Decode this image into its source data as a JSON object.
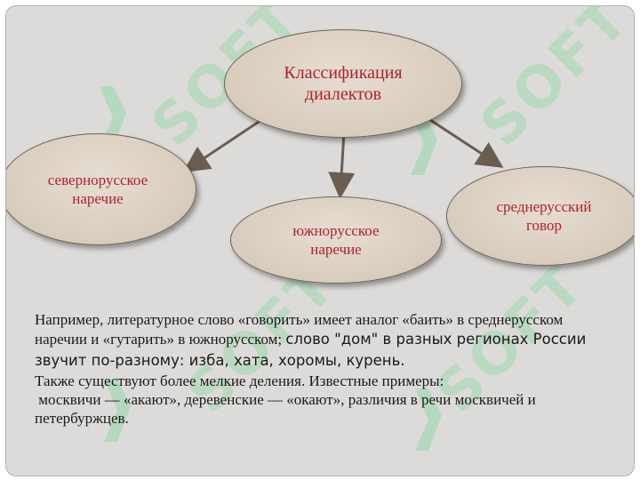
{
  "diagram": {
    "root": "Классификация\nдиалектов",
    "nodes": [
      {
        "id": "north",
        "label": "севернорусское\nнаречие"
      },
      {
        "id": "south",
        "label": "южнорусское\nнаречие"
      },
      {
        "id": "middle",
        "label": "среднерусский\nговор"
      }
    ],
    "edges": [
      {
        "from": "root",
        "to": "north"
      },
      {
        "from": "root",
        "to": "south"
      },
      {
        "from": "root",
        "to": "middle"
      }
    ],
    "node_color": "#d8ccbd",
    "label_color": "#b3202b"
  },
  "text": {
    "p1_serif": "Например, литературное слово «говорить» имеет аналог «баить» в среднерусском наречии и «гутарить» в южнорусском; ",
    "p1_sans": "слово \"дом\" в разных регионах России звучит по-разному: изба, хата, хоромы, курень.",
    "p2": "Также существуют более мелкие деления. Известные примеры:",
    "p3": " москвичи — «акают», деревенские — «окают», различия в речи москвичей и петербуржцев."
  },
  "watermark": {
    "text": "SOFT",
    "color": "#78d796"
  }
}
